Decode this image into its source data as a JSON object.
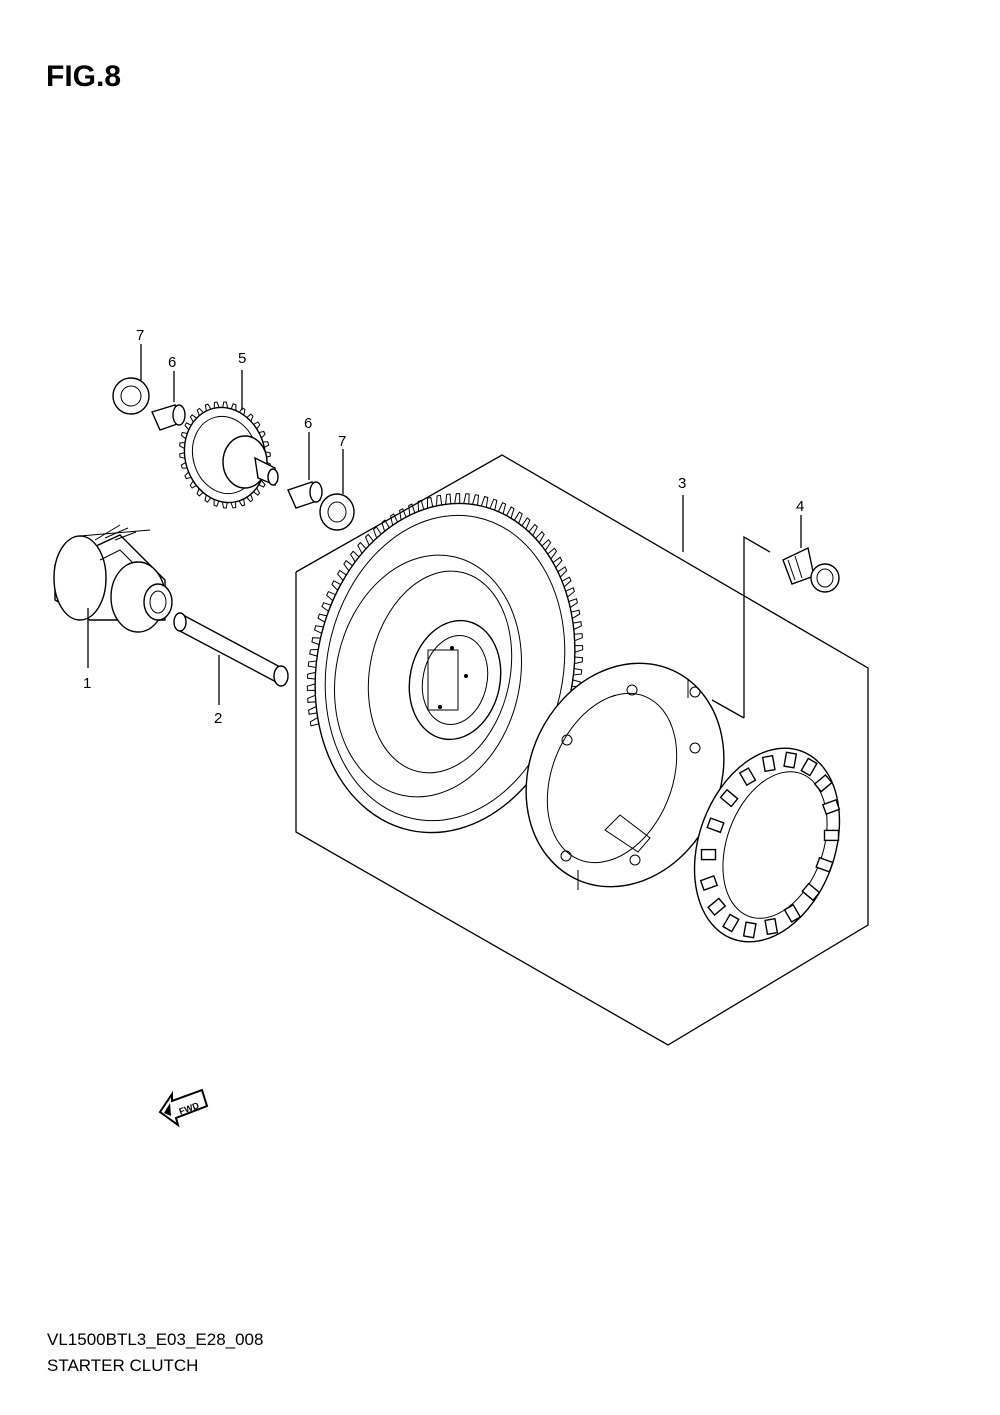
{
  "figure": {
    "title": "FIG.8"
  },
  "footer": {
    "model_code": "VL1500BTL3_E03_E28_008",
    "caption": "STARTER CLUTCH"
  },
  "callouts": [
    {
      "id": "c1",
      "text": "1"
    },
    {
      "id": "c2",
      "text": "2"
    },
    {
      "id": "c3",
      "text": "3"
    },
    {
      "id": "c4",
      "text": "4"
    },
    {
      "id": "c5",
      "text": "5"
    },
    {
      "id": "c6a",
      "text": "6"
    },
    {
      "id": "c6b",
      "text": "6"
    },
    {
      "id": "c7a",
      "text": "7"
    },
    {
      "id": "c7b",
      "text": "7"
    }
  ],
  "direction_badge": {
    "text": "FWD",
    "icon": "fwd-arrow-icon"
  }
}
